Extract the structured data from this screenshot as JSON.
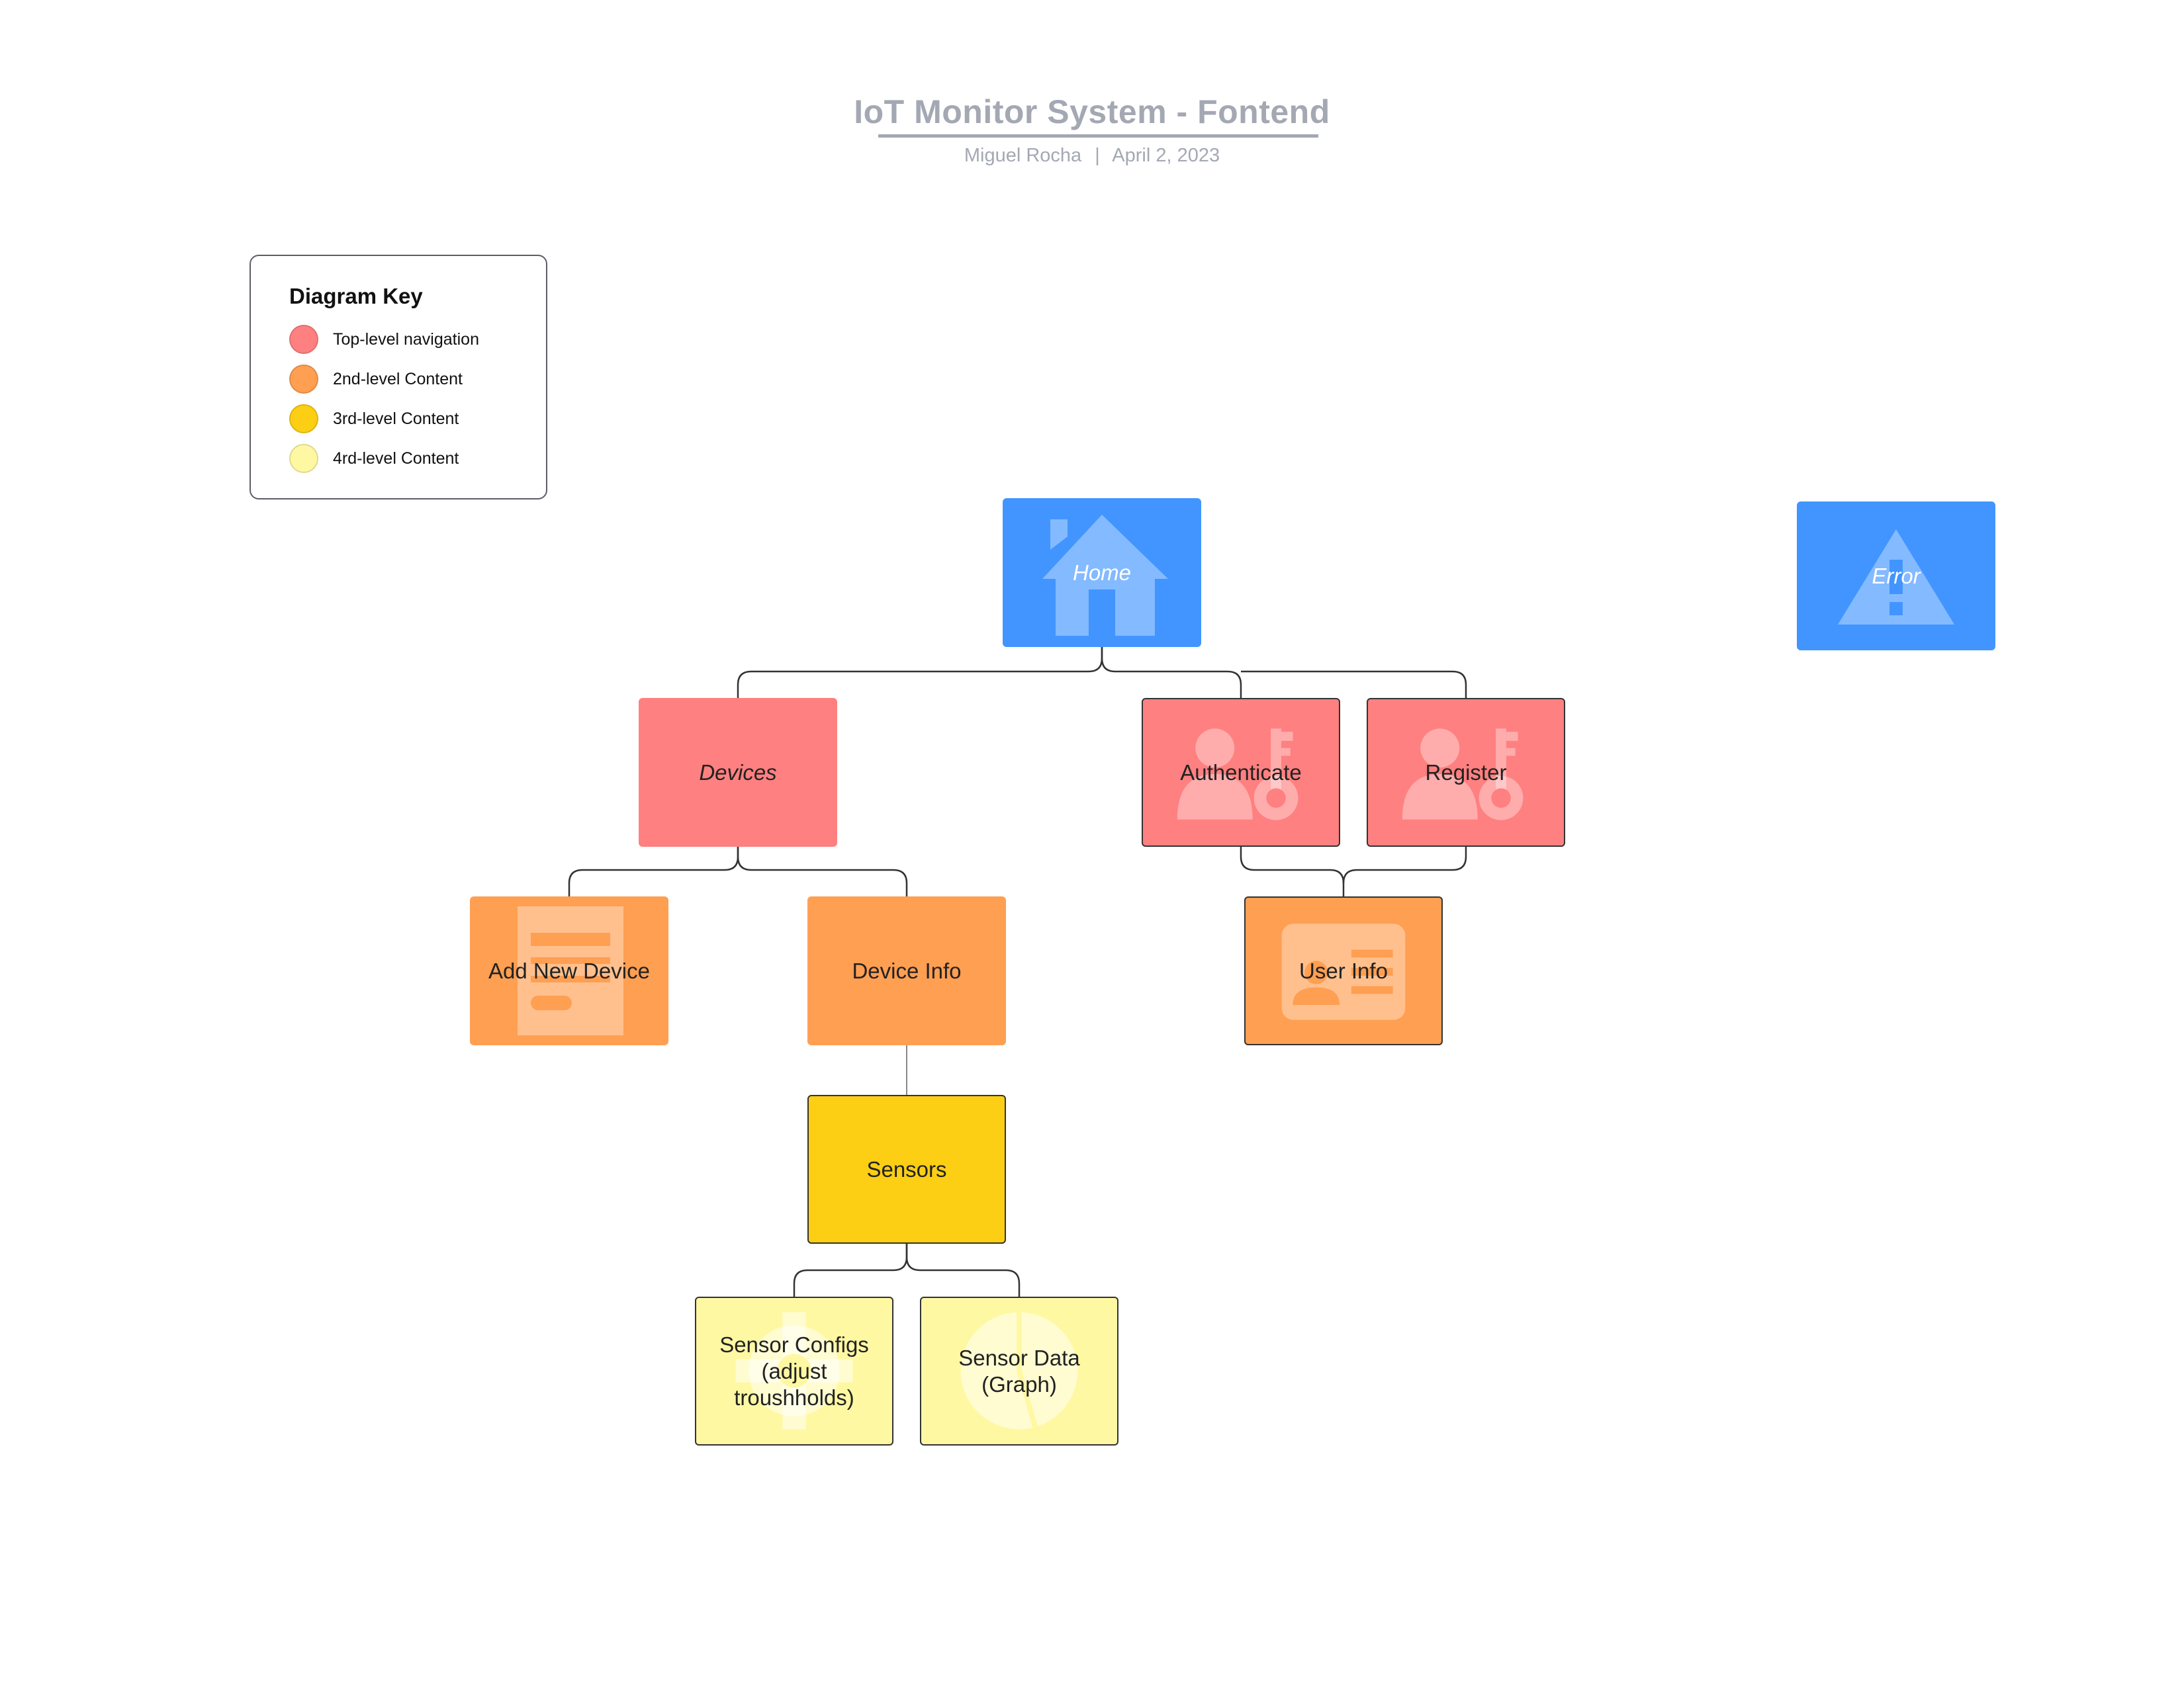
{
  "header": {
    "title": "IoT Monitor System - Fontend",
    "author": "Miguel Rocha",
    "separator": "|",
    "date": "April 2, 2023"
  },
  "key": {
    "title": "Diagram Key",
    "items": [
      {
        "label": "Top-level navigation",
        "color": "#ff8080"
      },
      {
        "label": "2nd-level Content",
        "color": "#ff9f52"
      },
      {
        "label": "3rd-level Content",
        "color": "#fcce14"
      },
      {
        "label": "4rd-level Content",
        "color": "#fff8a3"
      }
    ]
  },
  "colors": {
    "root": "#4295ff",
    "top": "#ff8080",
    "second": "#ff9f52",
    "third": "#fcce14",
    "fourth": "#fff8a3",
    "connector": "#333333",
    "title": "#a3a8b3"
  },
  "nodes": {
    "home": {
      "label": "Home",
      "icon": "house-icon"
    },
    "error": {
      "label": "Error",
      "icon": "warning-icon"
    },
    "devices": {
      "label": "Devices"
    },
    "authenticate": {
      "label": "Authenticate",
      "icon": "user-key-icon"
    },
    "register": {
      "label": "Register",
      "icon": "user-key-icon"
    },
    "add_new_device": {
      "label": "Add New Device",
      "icon": "form-icon"
    },
    "device_info": {
      "label": "Device Info"
    },
    "user_info": {
      "label": "User Info",
      "icon": "id-card-icon"
    },
    "sensors": {
      "label": "Sensors"
    },
    "sensor_configs": {
      "label": "Sensor Configs (adjust troushholds)",
      "icon": "gear-icon"
    },
    "sensor_data": {
      "label": "Sensor Data (Graph)",
      "icon": "pie-chart-icon"
    }
  }
}
